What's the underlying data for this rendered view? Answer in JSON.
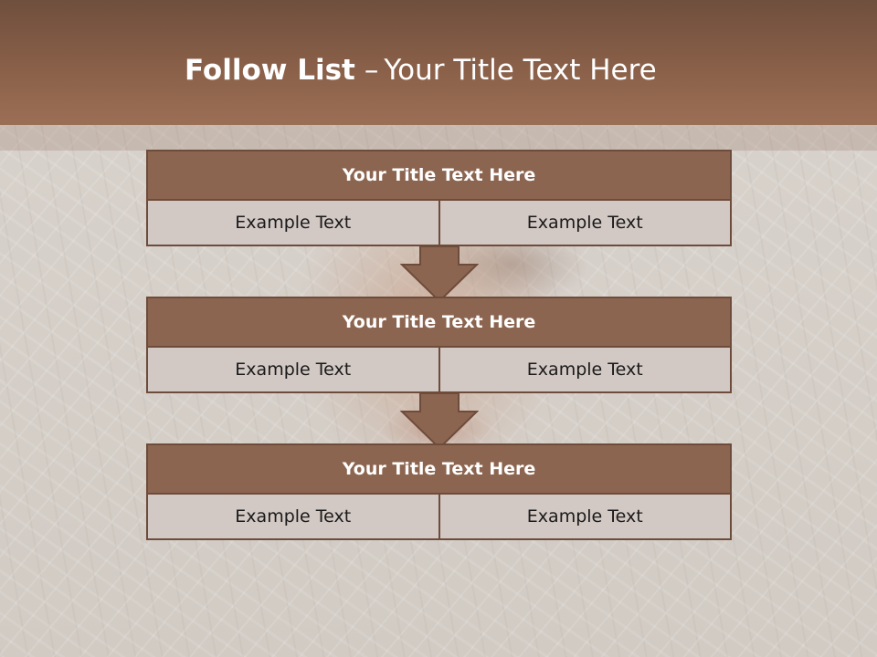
{
  "slide": {
    "title_bold": "Follow List",
    "title_separator": "–",
    "title_rest": "Your Title Text Here"
  },
  "blocks": [
    {
      "title": "Your Title Text Here",
      "left": "Example Text",
      "right": "Example Text"
    },
    {
      "title": "Your Title Text Here",
      "left": "Example Text",
      "right": "Example Text"
    },
    {
      "title": "Your Title Text Here",
      "left": "Example Text",
      "right": "Example Text"
    }
  ],
  "colors": {
    "header": "#8a6049",
    "block_title_fill": "#8c6550",
    "cell_fill": "#d2c8c4",
    "border": "#6e4c3b"
  }
}
